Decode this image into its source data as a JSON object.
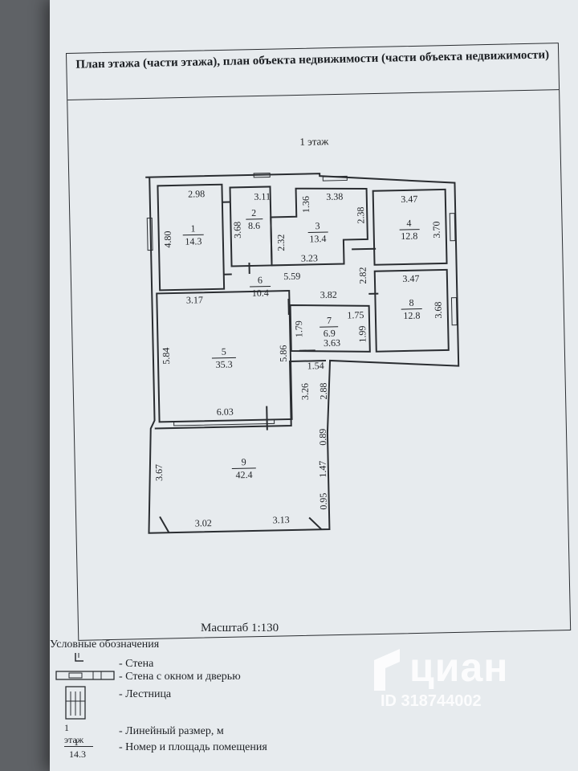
{
  "title": "План этажа (части этажа), план объекта недвижимости (части объекта недвижимости)",
  "floor_caption": "1 этаж",
  "rooms": [
    {
      "number": "1",
      "area": "14.3"
    },
    {
      "number": "2",
      "area": "8.6"
    },
    {
      "number": "3",
      "area": "13.4"
    },
    {
      "number": "4",
      "area": "12.8"
    },
    {
      "number": "5",
      "area": "35.3"
    },
    {
      "number": "6",
      "area": "10.4"
    },
    {
      "number": "7",
      "area": "6.9"
    },
    {
      "number": "8",
      "area": "12.8"
    },
    {
      "number": "9",
      "area": "42.4"
    }
  ],
  "dimensions": [
    "2.98",
    "4.80",
    "3.11",
    "3.68",
    "1.36",
    "3.38",
    "2.32",
    "3.23",
    "2.38",
    "3.47",
    "3.70",
    "5.59",
    "2.82",
    "3.17",
    "3.82",
    "3.47",
    "1.79",
    "1.75",
    "1.99",
    "3.63",
    "3.68",
    "5.84",
    "5.86",
    "1.54",
    "3.26",
    "2.88",
    "6.03",
    "0.89",
    "3.67",
    "1.47",
    "0.95",
    "3.02",
    "3.13"
  ],
  "scale": "Масштаб 1:130",
  "legend": {
    "title": "Условные обозначения",
    "items": [
      "- Стена",
      "- Стена с окном и дверью",
      "- Лестница",
      "- Линейный размер, м",
      "- Номер и площадь помещения"
    ],
    "sample_floor": "1 этаж",
    "sample_number": "1",
    "sample_area": "14.3"
  },
  "watermark": {
    "brand": "циан",
    "id": "ID 318744002"
  }
}
